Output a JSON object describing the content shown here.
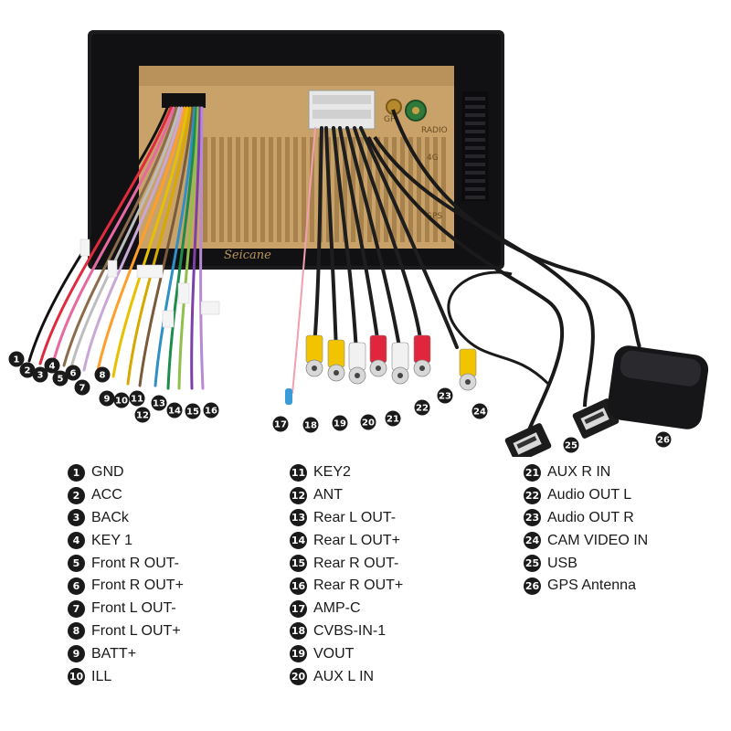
{
  "brand": "Seicane",
  "port_labels": {
    "radio": "RADIO",
    "four_g": "4G",
    "gps": "GPS",
    "gp": "GP"
  },
  "legend": [
    {
      "n": "1",
      "label": "GND"
    },
    {
      "n": "2",
      "label": "ACC"
    },
    {
      "n": "3",
      "label": "BACk"
    },
    {
      "n": "4",
      "label": "KEY 1"
    },
    {
      "n": "5",
      "label": "Front R OUT-"
    },
    {
      "n": "6",
      "label": "Front R OUT+"
    },
    {
      "n": "7",
      "label": "Front L OUT-"
    },
    {
      "n": "8",
      "label": "Front L OUT+"
    },
    {
      "n": "9",
      "label": "BATT+"
    },
    {
      "n": "10",
      "label": "ILL"
    },
    {
      "n": "11",
      "label": "KEY2"
    },
    {
      "n": "12",
      "label": "ANT"
    },
    {
      "n": "13",
      "label": "Rear L OUT-"
    },
    {
      "n": "14",
      "label": "Rear L OUT+"
    },
    {
      "n": "15",
      "label": "Rear R OUT-"
    },
    {
      "n": "16",
      "label": "Rear R OUT+"
    },
    {
      "n": "17",
      "label": "AMP-C"
    },
    {
      "n": "18",
      "label": "CVBS-IN-1"
    },
    {
      "n": "19",
      "label": "VOUT"
    },
    {
      "n": "20",
      "label": "AUX L IN"
    },
    {
      "n": "21",
      "label": "AUX R IN"
    },
    {
      "n": "22",
      "label": "Audio OUT L"
    },
    {
      "n": "23",
      "label": "Audio OUT R"
    },
    {
      "n": "24",
      "label": "CAM VIDEO IN"
    },
    {
      "n": "25",
      "label": "USB"
    },
    {
      "n": "26",
      "label": "GPS Antenna"
    }
  ],
  "colors": {
    "panel": "#17171a",
    "frame": "#2a2a2e",
    "gold": "#c8a268",
    "gold_dark": "#a8824c",
    "rca_yellow": "#f2c400",
    "rca_white": "#f1f1f1",
    "rca_red": "#e0263c",
    "cable": "#202020"
  }
}
